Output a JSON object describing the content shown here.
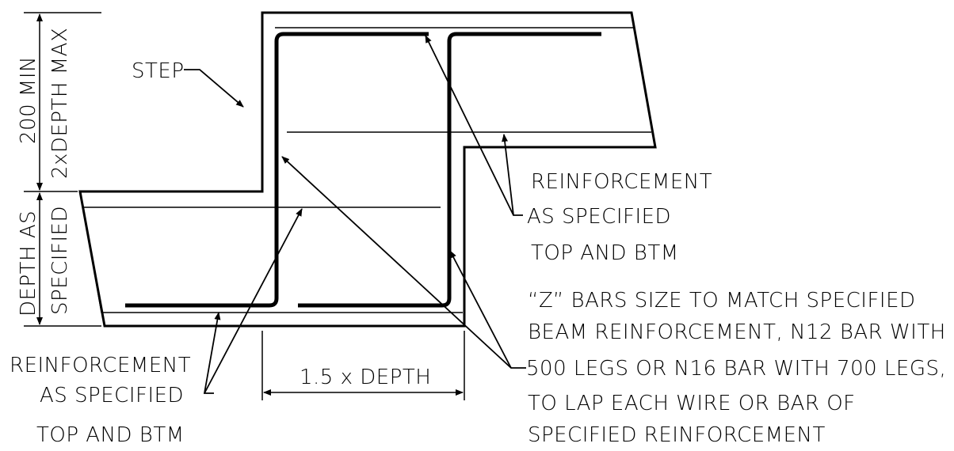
{
  "labels": {
    "step": "STEP",
    "dim_200_min": "200 MIN",
    "dim_2x_depth_max": "2xDEPTH MAX",
    "dim_depth_as": "DEPTH AS",
    "dim_specified": "SPECIFIED",
    "dim_horizontal": "1.5 x DEPTH",
    "left_note": [
      "REINFORCEMENT",
      "AS SPECIFIED",
      "TOP AND BTM"
    ],
    "right_note": [
      "REINFORCEMENT",
      "AS SPECIFIED",
      "TOP AND BTM"
    ],
    "z_bar_note": [
      "“Z” BARS SIZE TO MATCH SPECIFIED",
      "BEAM REINFORCEMENT, N12 BAR WITH",
      "500 LEGS OR N16 BAR WITH 700 LEGS,",
      "TO LAP EACH WIRE OR BAR OF",
      "SPECIFIED REINFORCEMENT"
    ]
  },
  "colors": {
    "line": "#000000",
    "background": "#ffffff"
  }
}
